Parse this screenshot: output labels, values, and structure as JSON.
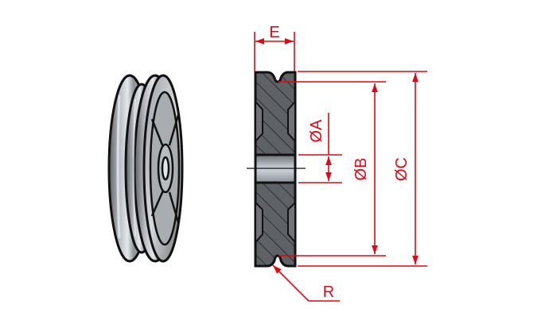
{
  "drawing": {
    "type": "technical drawing",
    "subject": "V-groove pulley wheel",
    "views": [
      "3d-isometric-view",
      "cross-section-view"
    ],
    "colors": {
      "dimension": "#e30613",
      "outline": "#111111",
      "section_fill": "#5c5f64",
      "metal_light": "#c9ccd0",
      "metal_dark": "#4a4d52",
      "background": "#ffffff"
    }
  },
  "dimensions": {
    "E": {
      "label": "E",
      "meaning": "width"
    },
    "A": {
      "label": "ØA",
      "meaning": "bore diameter"
    },
    "B": {
      "label": "ØB",
      "meaning": "groove bottom diameter"
    },
    "C": {
      "label": "ØC",
      "meaning": "outer diameter"
    },
    "R": {
      "label": "R",
      "meaning": "groove radius"
    }
  }
}
